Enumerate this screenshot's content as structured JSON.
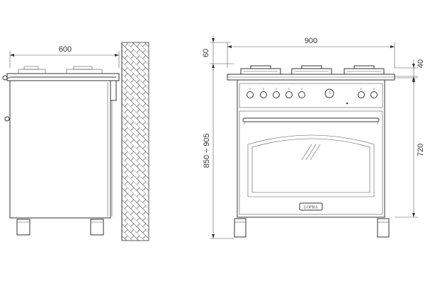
{
  "side_view": {
    "dimensions": {
      "depth": "600"
    }
  },
  "front_view": {
    "dimensions": {
      "width": "900",
      "top_gap": "60",
      "burner_height": "40",
      "body_height": "720",
      "total_height": "850 ÷ 905"
    },
    "logo_text": "LOFRA"
  }
}
